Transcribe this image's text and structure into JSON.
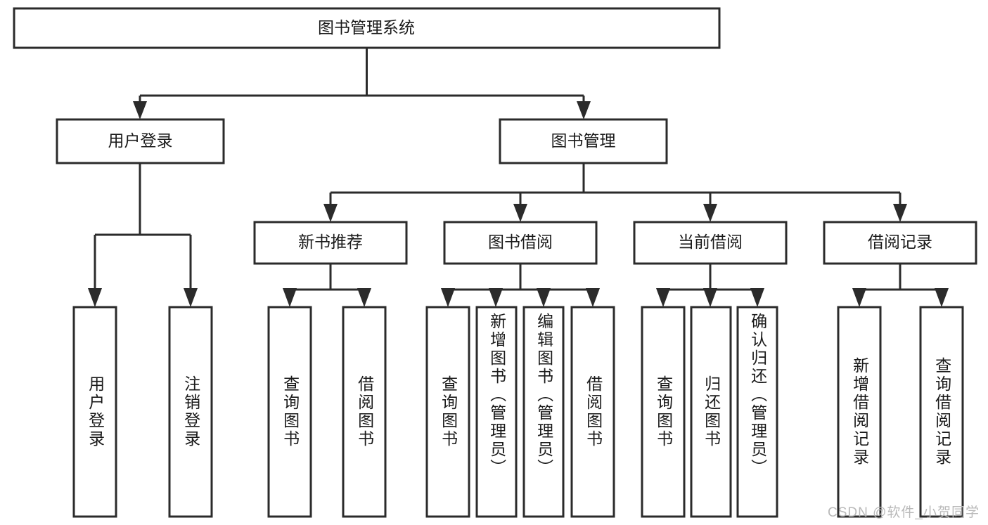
{
  "diagram": {
    "title": "图书管理系统",
    "type": "tree-hierarchy",
    "watermark": "CSDN @软件_小贺同学",
    "colors": {
      "background": "#ffffff",
      "box_fill": "#ffffff",
      "box_stroke": "#2b2b2b",
      "text": "#1a1a1a",
      "watermark": "#b9b9b9"
    },
    "root": {
      "label": "图书管理系统"
    },
    "level2": [
      {
        "id": "user-login",
        "label": "用户登录"
      },
      {
        "id": "book-manage",
        "label": "图书管理"
      }
    ],
    "level3": [
      {
        "id": "new-book-rec",
        "label": "新书推荐",
        "parent": "book-manage"
      },
      {
        "id": "book-borrow",
        "label": "图书借阅",
        "parent": "book-manage"
      },
      {
        "id": "current-borrow",
        "label": "当前借阅",
        "parent": "book-manage"
      },
      {
        "id": "borrow-record",
        "label": "借阅记录",
        "parent": "book-manage"
      }
    ],
    "leaves": [
      {
        "id": "leaf-user-login",
        "label": "用户登录",
        "parent": "user-login"
      },
      {
        "id": "leaf-logout-login",
        "label": "注销登录",
        "parent": "user-login"
      },
      {
        "id": "leaf-query-book-1",
        "label": "查询图书",
        "parent": "new-book-rec"
      },
      {
        "id": "leaf-borrow-book-1",
        "label": "借阅图书",
        "parent": "new-book-rec"
      },
      {
        "id": "leaf-query-book-2",
        "label": "查询图书",
        "parent": "book-borrow"
      },
      {
        "id": "leaf-add-book",
        "label": "新增图书（管理员）",
        "parent": "book-borrow"
      },
      {
        "id": "leaf-edit-book",
        "label": "编辑图书（管理员）",
        "parent": "book-borrow"
      },
      {
        "id": "leaf-borrow-book-2",
        "label": "借阅图书",
        "parent": "book-borrow"
      },
      {
        "id": "leaf-query-book-3",
        "label": "查询图书",
        "parent": "current-borrow"
      },
      {
        "id": "leaf-return-book",
        "label": "归还图书",
        "parent": "current-borrow"
      },
      {
        "id": "leaf-confirm-return",
        "label": "确认归还（管理员）",
        "parent": "current-borrow"
      },
      {
        "id": "leaf-add-record",
        "label": "新增借阅记录",
        "parent": "borrow-record"
      },
      {
        "id": "leaf-query-record",
        "label": "查询借阅记录",
        "parent": "borrow-record"
      }
    ]
  }
}
